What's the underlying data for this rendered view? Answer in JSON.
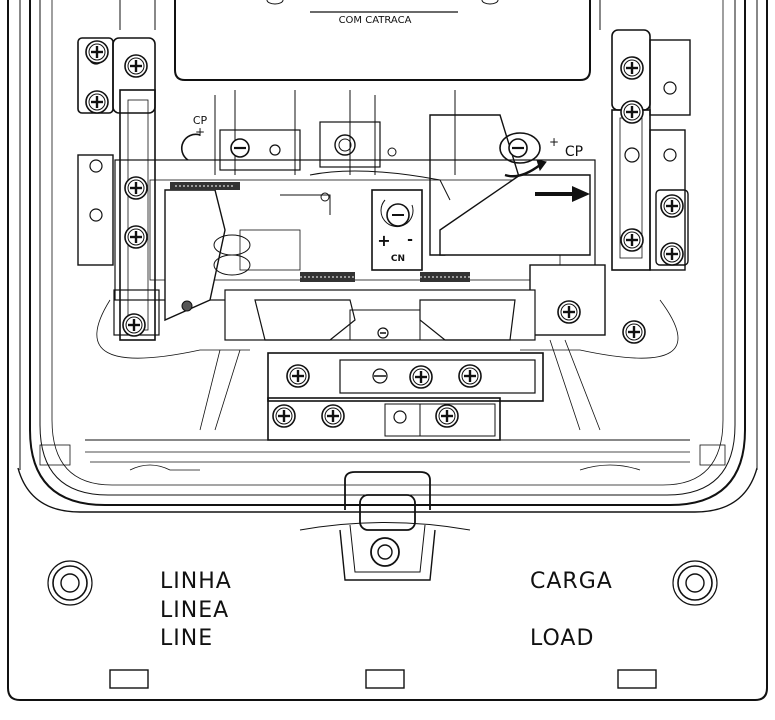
{
  "meter_label": "COM CATRACA",
  "dial_left_label": "CP",
  "dial_left_sign": "+",
  "dial_right_label": "CP",
  "dial_right_sign": "+",
  "adjuster_label": "CN",
  "adjuster_plus": "+",
  "adjuster_minus": "-",
  "line_labels": [
    "LINHA",
    "LINEA",
    "LINE"
  ],
  "load_labels": [
    "CARGA",
    "LOAD"
  ]
}
